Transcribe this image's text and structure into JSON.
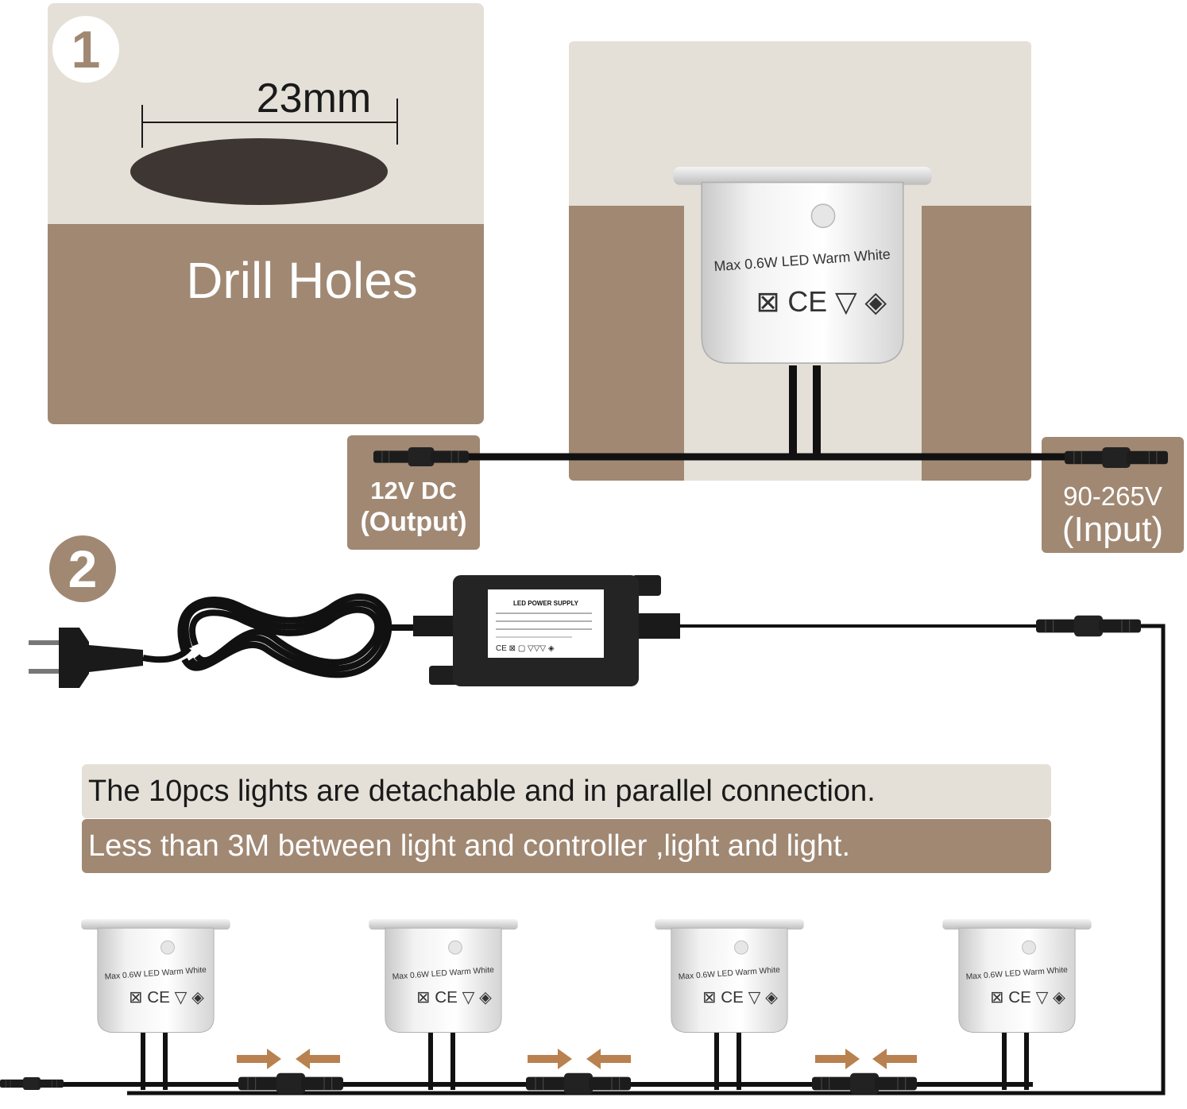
{
  "step1": {
    "badge": "1",
    "dimension": "23mm",
    "title": "Drill Holes"
  },
  "step2": {
    "badge": "2"
  },
  "labels": {
    "output_line1": "12V DC",
    "output_line2": "(Output)",
    "input_line1": "90-265V",
    "input_line2": "(Input)"
  },
  "notes": {
    "line1": "The 10pcs lights are detachable and in parallel connection.",
    "line2": "Less than 3M between light and controller ,light and light."
  },
  "power_supply": {
    "title": "LED POWER SUPPLY"
  },
  "light_label": "Max 0.6W LED Warm White",
  "colors": {
    "accent_brown": "#a08873",
    "panel_beige": "#e4e0d8",
    "arrow_orange": "#b8814f",
    "cable_black": "#111111"
  }
}
